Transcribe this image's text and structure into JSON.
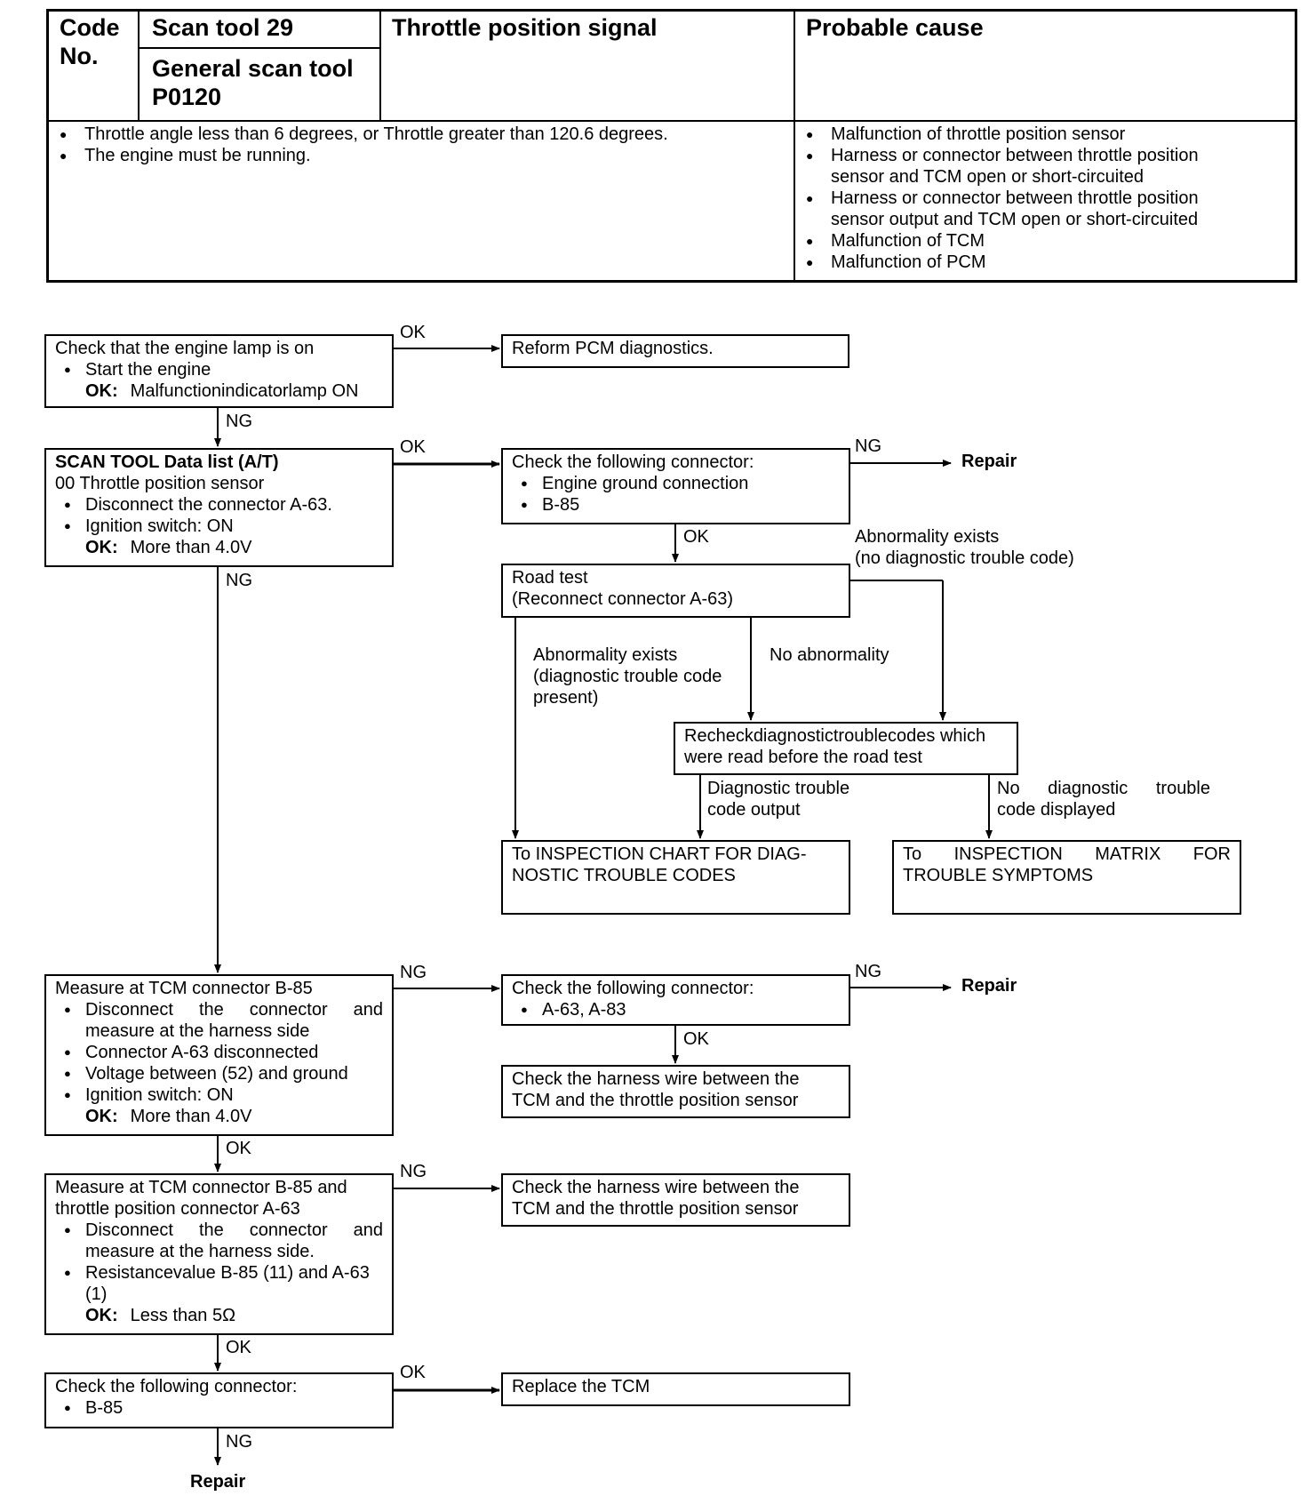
{
  "header": {
    "code_no": "Code No.",
    "scan_tool_29": "Scan tool 29",
    "general_scan_tool": "General scan tool P0120",
    "title": "Throttle position signal",
    "probable_cause_title": "Probable cause",
    "conditions": [
      "Throttle angle less than 6 degrees, or Throttle greater than 120.6 degrees.",
      "The engine must be running."
    ],
    "causes": [
      "Malfunction of throttle position sensor",
      "Harness or connector between throttle position sensor and TCM open or short-circuited",
      "Harness or connector between throttle position sensor output and TCM open or short-circuited",
      "Malfunction of TCM",
      "Malfunction of PCM"
    ]
  },
  "flow": {
    "check_lamp": {
      "l1": "Check that the engine lamp is on",
      "b1": "Start the engine",
      "ok_label": "OK:",
      "ok_value": "Malfunctionindicatorlamp ON"
    },
    "reform_pcm": "Reform PCM diagnostics.",
    "scan_tool_data": {
      "title": "SCAN TOOL Data list (A/T)",
      "l1": "00 Throttle position sensor",
      "b1": "Disconnect the connector A-63.",
      "b2": "Ignition switch: ON",
      "ok_label": "OK:",
      "ok_value": "More than 4.0V"
    },
    "check_connector_1": {
      "l1": "Check the following connector:",
      "b1": "Engine ground connection",
      "b2": "B-85"
    },
    "road_test": {
      "l1": "Road test",
      "l2": "(Reconnect connector A-63)"
    },
    "recheck": {
      "l1": "Recheckdiagnostictroublecodes which",
      "l2": "were read before the road test"
    },
    "inspection_chart": {
      "l1": "To INSPECTION CHART FOR DIAG-",
      "l2": "NOSTIC TROUBLE CODES"
    },
    "inspection_matrix": {
      "l1": "To INSPECTION MATRIX FOR",
      "l2": "TROUBLE SYMPTOMS"
    },
    "measure_1": {
      "l1": "Measure at TCM connector B-85",
      "b1": "Disconnect the connector and measure at the harness side",
      "b2": "Connector A-63 disconnected",
      "b3": "Voltage between (52) and ground",
      "b4": "Ignition switch: ON",
      "ok_label": "OK:",
      "ok_value": "More than 4.0V"
    },
    "check_connector_2": {
      "l1": "Check the following connector:",
      "b1": "A-63, A-83"
    },
    "check_harness_1": {
      "l1": "Check the harness wire between the",
      "l2": "TCM and the throttle position sensor"
    },
    "measure_2": {
      "l1": "Measure at TCM connector B-85 and",
      "l2": "throttle position connector A-63",
      "b1": "Disconnect the connector and measure at the harness side.",
      "b2": "Resistancevalue B-85 (11) and A-63 (1)",
      "ok_label": "OK:",
      "ok_value": "Less than 5Ω"
    },
    "check_harness_2": {
      "l1": "Check the harness wire between the",
      "l2": "TCM and the throttle position sensor"
    },
    "check_connector_3": {
      "l1": "Check the following connector:",
      "b1": "B-85"
    },
    "replace_tcm": "Replace the TCM",
    "labels": {
      "ok": "OK",
      "ng": "NG",
      "repair": "Repair",
      "abn_exists_no_dtc_1": "Abnormality exists",
      "abn_exists_no_dtc_2": "(no diagnostic trouble code)",
      "abn_exists_dtc_1": "Abnormality exists",
      "abn_exists_dtc_2": "(diagnostic trouble code",
      "abn_exists_dtc_3": "present)",
      "no_abnormality": "No abnormality",
      "dtc_output_1": "Diagnostic trouble",
      "dtc_output_2": "code output",
      "no_dtc_1": "No diagnostic trouble",
      "no_dtc_2": "code displayed"
    }
  }
}
